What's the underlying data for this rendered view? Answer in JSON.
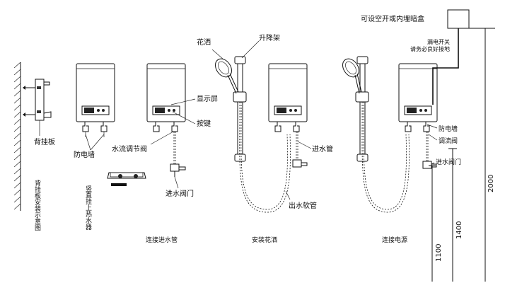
{
  "labels": {
    "bracket": "背挂板",
    "bracket_caption": "背挂板安装示意图",
    "anti_wall_1": "防电墙",
    "vertical_caption": "竖直挂上热水器",
    "flow_valve": "水流调节阀",
    "display": "显示屏",
    "keys": "按键",
    "inlet_valve_1": "进水阀门",
    "caption_inlet": "连接进水管",
    "shower_head": "花洒",
    "lift_bar": "升降架",
    "inlet_pipe": "进水管",
    "outlet_hose": "出水软管",
    "caption_shower": "安装花洒",
    "socket_box": "可设空开或内埋暗盒",
    "leak_switch": "漏电开关",
    "ground_note": "请务必良好接地",
    "anti_wall_2": "防电墙",
    "regulating_valve": "调流阀",
    "inlet_valve_2": "进水阀门",
    "caption_power": "连接电源",
    "dim_2000": "2000",
    "dim_1400": "1400",
    "dim_1100": "1100"
  }
}
